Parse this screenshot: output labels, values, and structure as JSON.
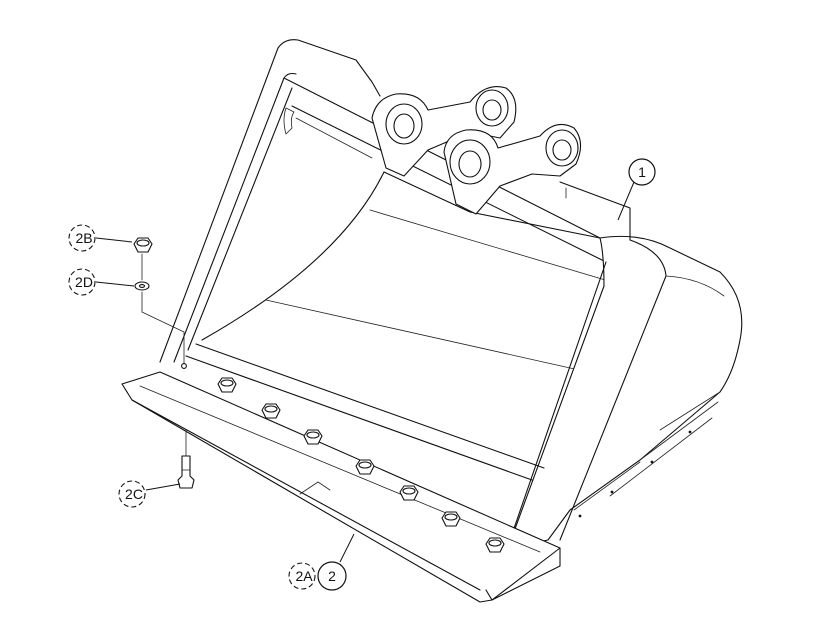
{
  "callouts": {
    "c1": "1",
    "c2": "2",
    "c2a": "2A",
    "c2b": "2B",
    "c2c": "2C",
    "c2d": "2D"
  }
}
